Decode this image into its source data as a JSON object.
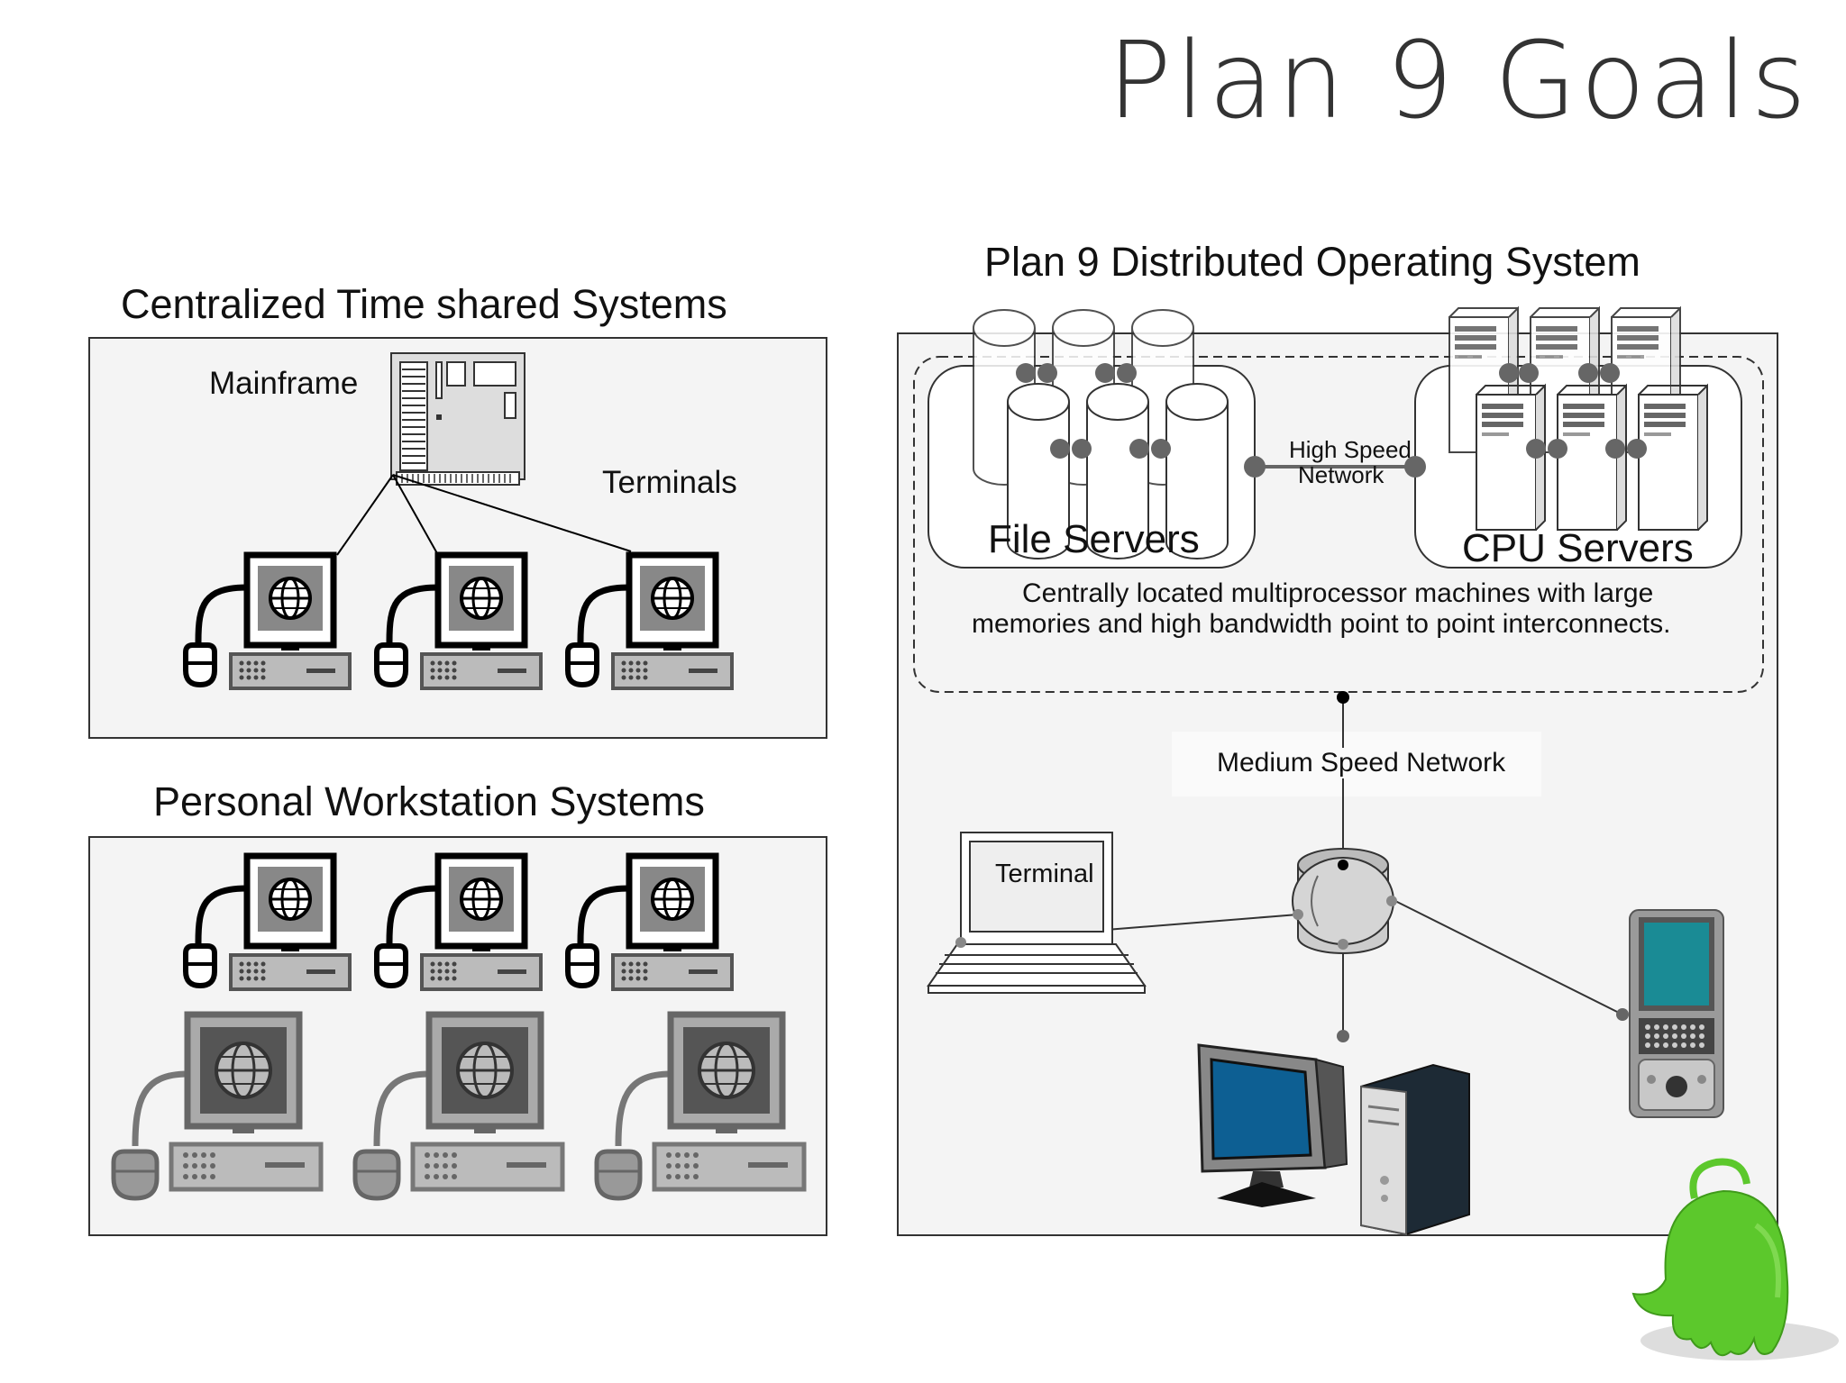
{
  "slide": {
    "title": "Plan 9 Goals"
  },
  "centralized": {
    "heading": "Centralized Time shared Systems",
    "mainframe_label": "Mainframe",
    "terminals_label": "Terminals"
  },
  "personal": {
    "heading": "Personal Workstation Systems"
  },
  "plan9": {
    "heading": "Plan 9 Distributed Operating System",
    "file_servers_label": "File Servers",
    "cpu_servers_label": "CPU Servers",
    "high_speed_label_1": "High Speed",
    "high_speed_label_2": "Network",
    "description_1": "Centrally located multiprocessor machines with large",
    "description_2": "memories and high bandwidth  point to point interconnects.",
    "medium_network_label": "Medium Speed Network",
    "terminal_label": "Terminal"
  },
  "colors": {
    "screen_blue": "#0d5f93",
    "pda_teal": "#1a8b95",
    "glenda_green": "#5cc82c",
    "panel_bg": "#f4f4f4"
  }
}
